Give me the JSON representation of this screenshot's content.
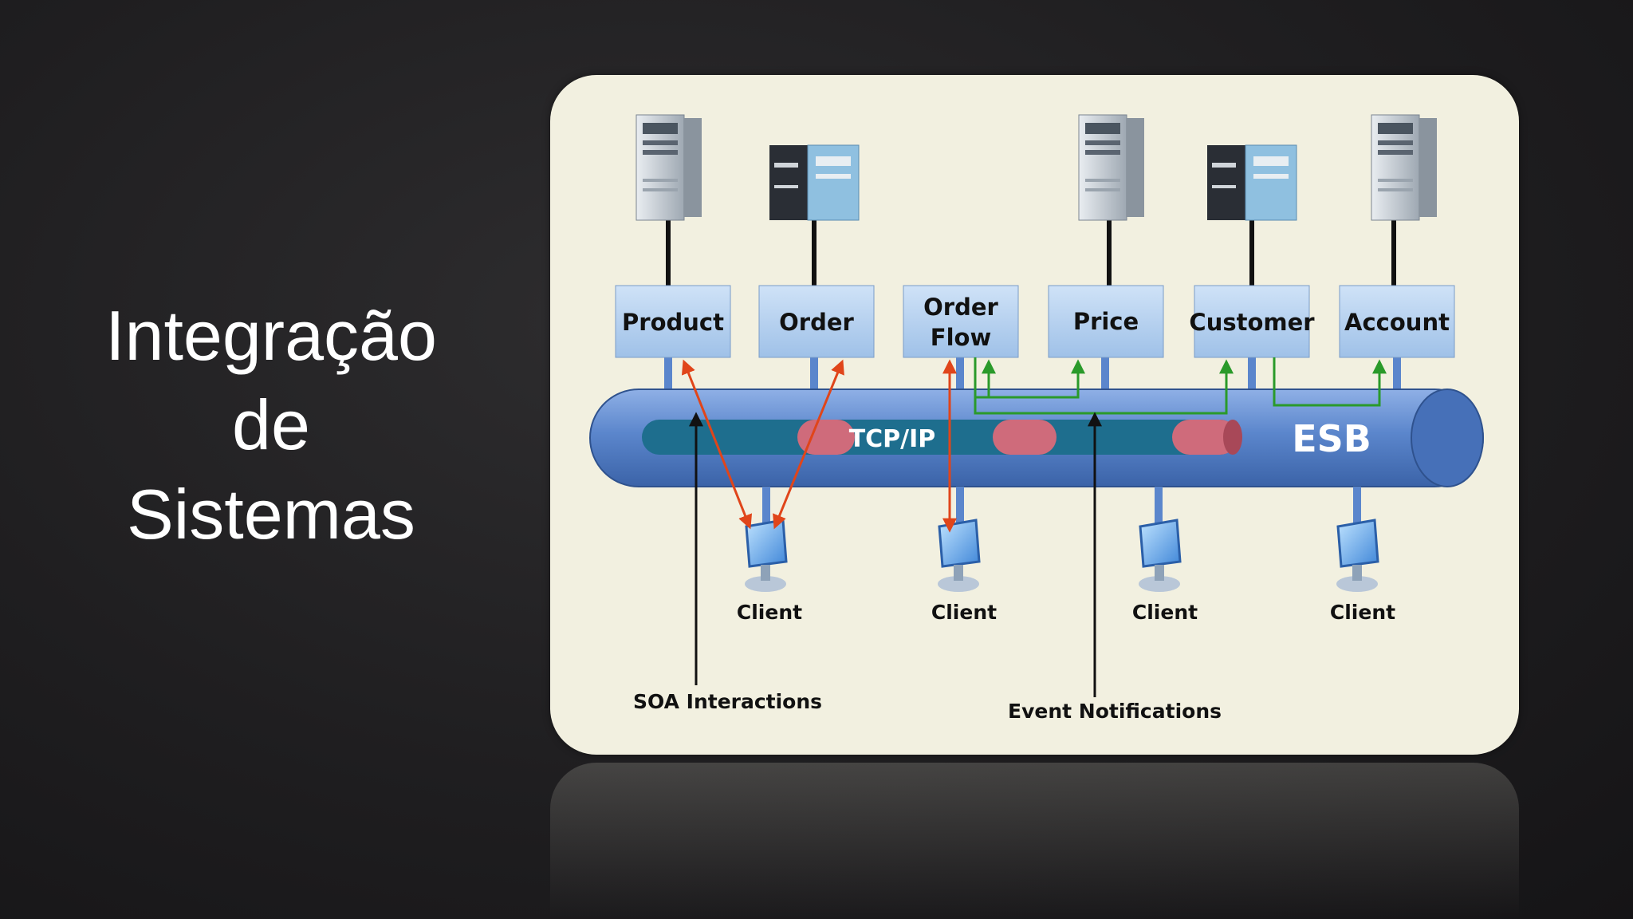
{
  "slide": {
    "title_lines": [
      "Integração",
      "de",
      "Sistemas"
    ]
  },
  "diagram": {
    "services": [
      "Product",
      "Order",
      "Order Flow",
      "Price",
      "Customer",
      "Account"
    ],
    "service_flow_lines": [
      "Order",
      "Flow"
    ],
    "protocol_label": "TCP/IP",
    "bus_label": "ESB",
    "client_label": "Client",
    "soa_label": "SOA Interactions",
    "event_label": "Event Notifications"
  },
  "colors": {
    "background": "#1f1e20",
    "card": "#f2f0e0",
    "bus": "#5b86cc",
    "inner_pipe": "#1e6e8e",
    "pipe_segment": "#cf6b7b",
    "soa_arrow": "#e0451a",
    "event_arrow": "#2a9a2a",
    "service_box": "#b4d0f0"
  }
}
